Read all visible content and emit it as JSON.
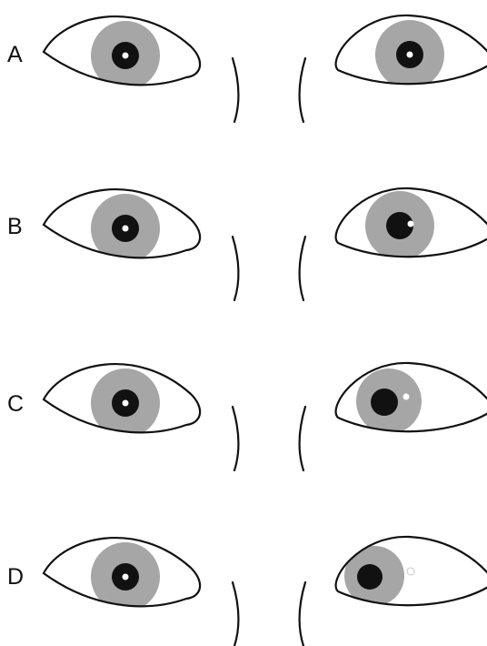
{
  "rows": [
    {
      "label": "A",
      "right_eye": {
        "pupil_shift": "none",
        "reflex": "center"
      }
    },
    {
      "label": "B",
      "right_eye": {
        "pupil_shift": "slight-nasal",
        "reflex": "temporal-edge"
      }
    },
    {
      "label": "C",
      "right_eye": {
        "pupil_shift": "moderate-nasal",
        "reflex": "outside-pupil"
      }
    },
    {
      "label": "D",
      "right_eye": {
        "pupil_shift": "strong-nasal",
        "reflex": "outside-iris"
      }
    }
  ],
  "colors": {
    "outline": "#111111",
    "iris": "#a6a6a6",
    "pupil": "#111111",
    "reflex": "#ffffff"
  },
  "icons": [
    "eye-outline",
    "nose-line"
  ]
}
